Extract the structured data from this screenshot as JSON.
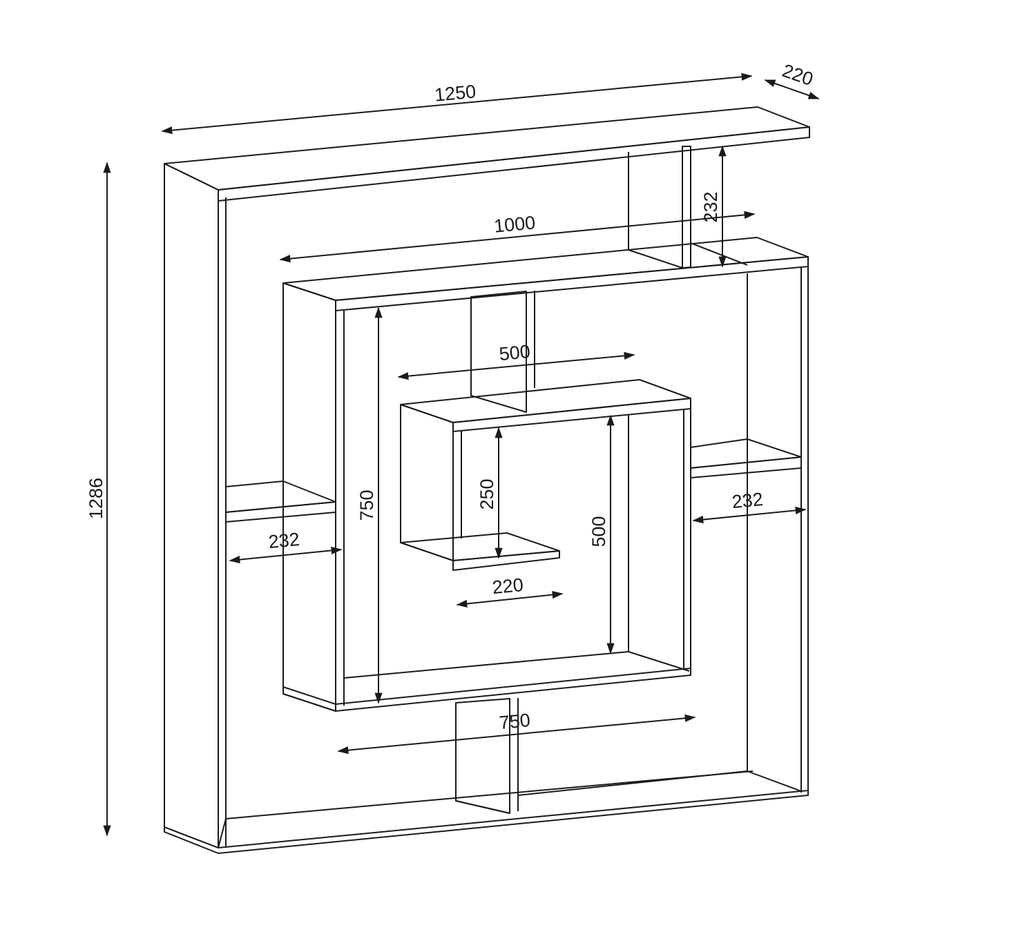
{
  "colors": {
    "background": "#ffffff",
    "line": "#1a1a1a"
  },
  "dimensions": {
    "overall_width": "1250",
    "depth": "220",
    "overall_height": "1286",
    "inner_frame_width": "1000",
    "top_compartment_height": "232",
    "center_box_width": "500",
    "left_side_shelf_width": "232",
    "inner_frame_height": "750",
    "small_box_height": "250",
    "center_box_height": "500",
    "small_box_depth": "220",
    "right_side_shelf_width": "232",
    "bottom_span_width": "750"
  }
}
